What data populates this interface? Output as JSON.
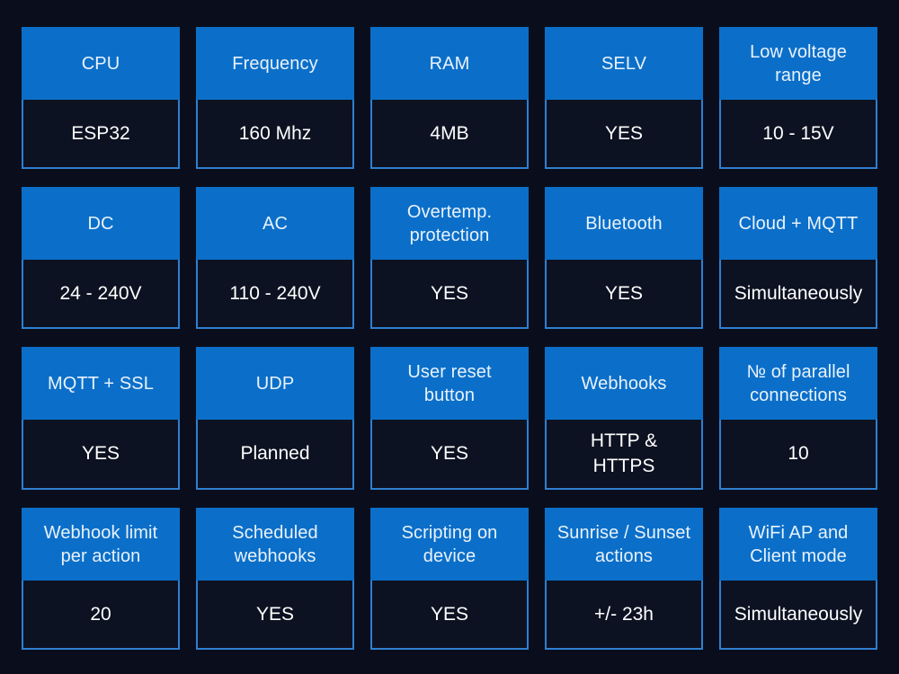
{
  "theme": {
    "page_background": "#0a0e1c",
    "header_background": "#0b6fc9",
    "value_background": "#0d1222",
    "value_border": "#2f7fd0",
    "header_text": "#e9f2fb",
    "value_text": "#ffffff"
  },
  "grid": {
    "columns": 5,
    "rows": 4,
    "cards": [
      {
        "label": "CPU",
        "value": "ESP32"
      },
      {
        "label": "Frequency",
        "value": "160 Mhz"
      },
      {
        "label": "RAM",
        "value": "4MB"
      },
      {
        "label": "SELV",
        "value": "YES"
      },
      {
        "label": "Low voltage\nrange",
        "value": "10 - 15V"
      },
      {
        "label": "DC",
        "value": "24 - 240V"
      },
      {
        "label": "AC",
        "value": "110 - 240V"
      },
      {
        "label": "Overtemp.\nprotection",
        "value": "YES"
      },
      {
        "label": "Bluetooth",
        "value": "YES"
      },
      {
        "label": "Cloud + MQTT",
        "value": "Simultaneously"
      },
      {
        "label": "MQTT + SSL",
        "value": "YES"
      },
      {
        "label": "UDP",
        "value": "Planned"
      },
      {
        "label": "User reset\nbutton",
        "value": "YES"
      },
      {
        "label": "Webhooks",
        "value": "HTTP &\nHTTPS"
      },
      {
        "label": "№ of parallel\nconnections",
        "value": "10"
      },
      {
        "label": "Webhook limit\nper action",
        "value": "20"
      },
      {
        "label": "Scheduled\nwebhooks",
        "value": "YES"
      },
      {
        "label": "Scripting on\ndevice",
        "value": "YES"
      },
      {
        "label": "Sunrise / Sunset\nactions",
        "value": "+/- 23h"
      },
      {
        "label": "WiFi AP and\nClient mode",
        "value": "Simultaneously"
      }
    ]
  }
}
